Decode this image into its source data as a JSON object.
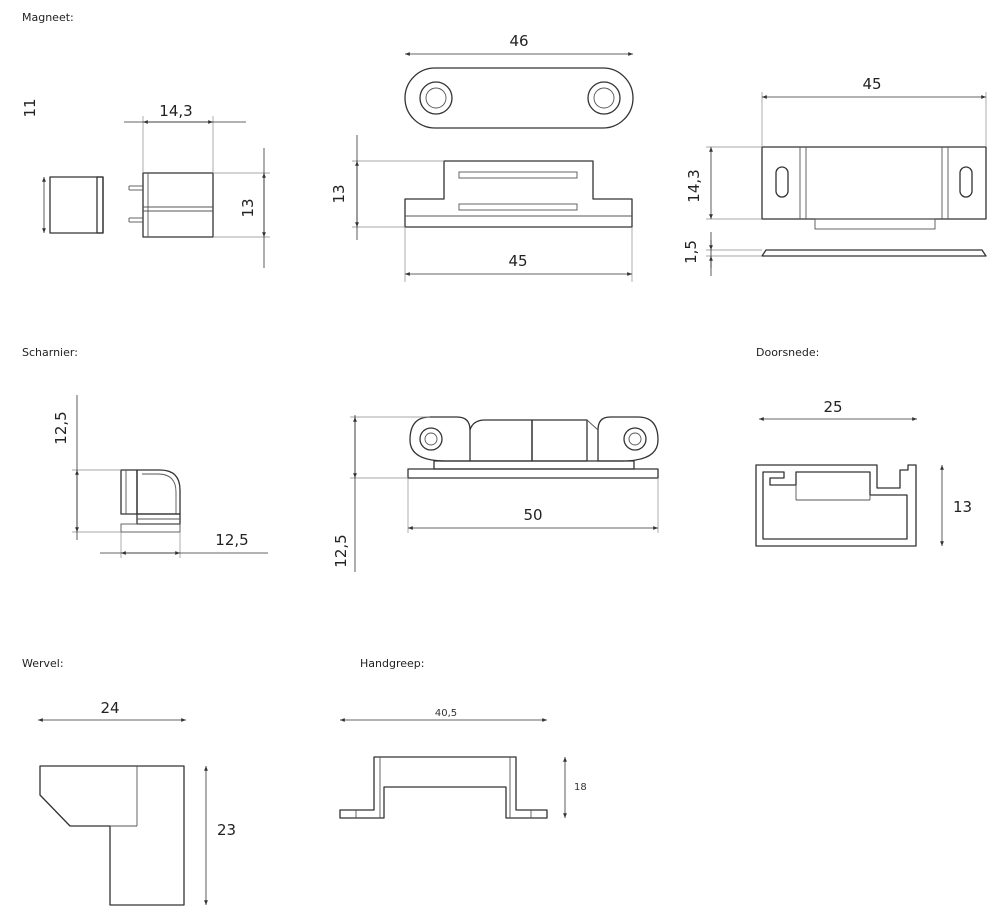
{
  "sections": {
    "magneet": "Magneet:",
    "scharnier": "Scharnier:",
    "doorsnede": "Doorsnede:",
    "wervel": "Wervel:",
    "handgreep": "Handgreep:"
  },
  "dims": {
    "mag_side_h": "11",
    "mag_w": "14,3",
    "mag_h": "13",
    "plate_top_w": "46",
    "mag_body_h": "13",
    "mag_body_w": "45",
    "mag_top_w": "45",
    "mag_top_h": "14,3",
    "mag_plate_h": "1,5",
    "sch_side_h": "12,5",
    "sch_side_w": "12,5",
    "sch_front_h": "12,5",
    "sch_front_w": "50",
    "sch_cut_w": "25",
    "sch_cut_h": "13",
    "wervel_w": "24",
    "wervel_h": "23",
    "hand_w": "40,5",
    "hand_h": "18"
  },
  "colors": {
    "line": "#333333",
    "background": "#ffffff"
  }
}
